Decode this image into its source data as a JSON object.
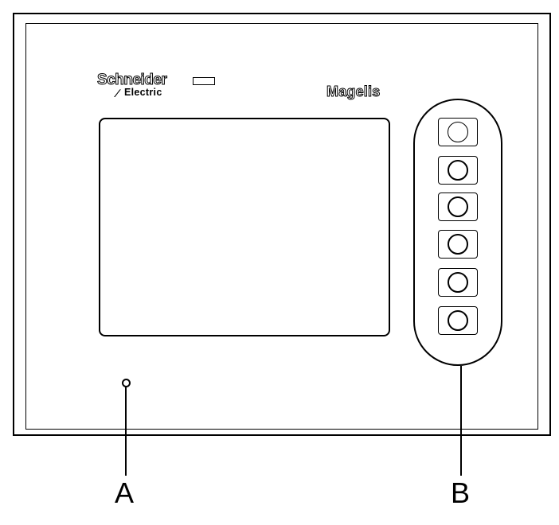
{
  "brand": {
    "logo_line1": "Schneider",
    "logo_line2": "Electric",
    "logo_mark": "∕",
    "product": "Magelis"
  },
  "keypad": {
    "key_count": 6,
    "keys": [
      {
        "icon": "circle-key-icon"
      },
      {
        "icon": "circle-key-icon"
      },
      {
        "icon": "circle-key-icon"
      },
      {
        "icon": "circle-key-icon"
      },
      {
        "icon": "circle-key-icon"
      },
      {
        "icon": "circle-key-icon"
      }
    ]
  },
  "callouts": {
    "a": "A",
    "b": "B"
  },
  "colors": {
    "line": "#000000",
    "background": "#ffffff"
  }
}
